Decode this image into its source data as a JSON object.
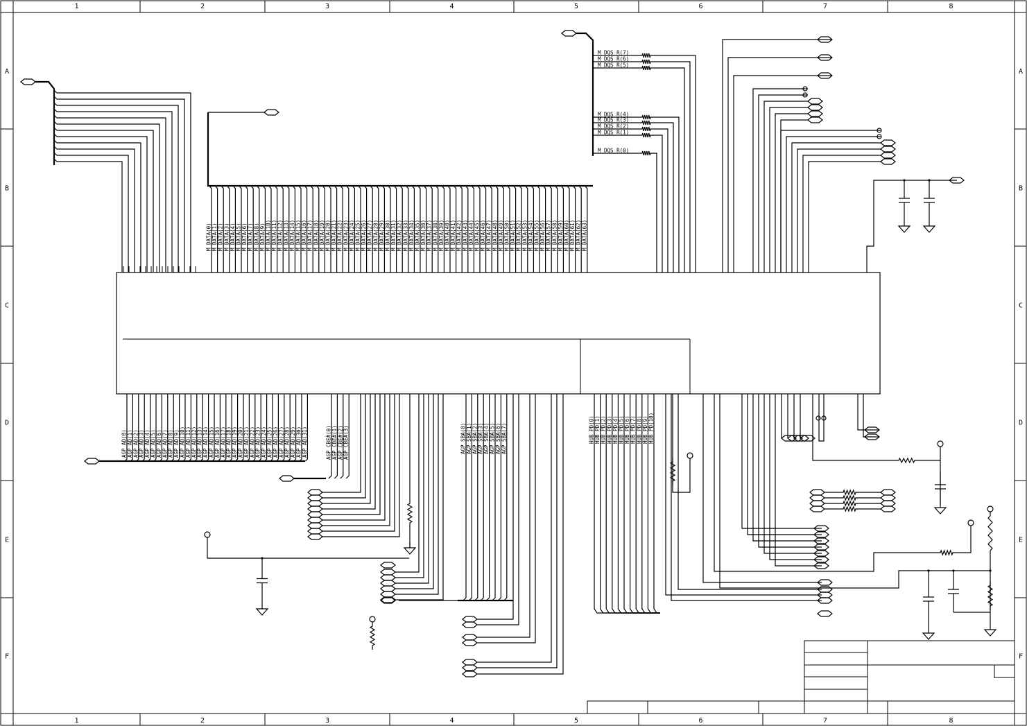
{
  "frame": {
    "columns": [
      "1",
      "2",
      "3",
      "4",
      "5",
      "6",
      "7",
      "8"
    ],
    "rows": [
      "A",
      "B",
      "C",
      "D",
      "E",
      "F"
    ]
  },
  "memory_data_signals": [
    "M_DATA(0)",
    "M_DATA(1)",
    "M_DATA(2)",
    "M_DATA(3)",
    "M_DATA(4)",
    "M_DATA(5)",
    "M_DATA(6)",
    "M_DATA(7)",
    "M_DATA(8)",
    "M_DATA(9)",
    "M_DATA(10)",
    "M_DATA(11)",
    "M_DATA(12)",
    "M_DATA(13)",
    "M_DATA(14)",
    "M_DATA(15)",
    "M_DATA(16)",
    "M_DATA(17)",
    "M_DATA(18)",
    "M_DATA(19)",
    "M_DATA(20)",
    "M_DATA(21)",
    "M_DATA(22)",
    "M_DATA(23)",
    "M_DATA(24)",
    "M_DATA(25)",
    "M_DATA(26)",
    "M_DATA(27)",
    "M_DATA(28)",
    "M_DATA(29)",
    "M_DATA(30)",
    "M_DATA(31)",
    "M_DATA(32)",
    "M_DATA(33)",
    "M_DATA(34)",
    "M_DATA(35)",
    "M_DATA(36)",
    "M_DATA(37)",
    "M_DATA(38)",
    "M_DATA(39)",
    "M_DATA(40)",
    "M_DATA(41)",
    "M_DATA(42)",
    "M_DATA(43)",
    "M_DATA(44)",
    "M_DATA(45)",
    "M_DATA(46)",
    "M_DATA(47)",
    "M_DATA(48)",
    "M_DATA(49)",
    "M_DATA(50)",
    "M_DATA(51)",
    "M_DATA(52)",
    "M_DATA(53)",
    "M_DATA(54)",
    "M_DATA(55)",
    "M_DATA(56)",
    "M_DATA(57)",
    "M_DATA(58)",
    "M_DATA(59)",
    "M_DATA(60)",
    "M_DATA(61)",
    "M_DATA(62)",
    "M_DATA(63)"
  ],
  "dqs_signals": [
    "M_DQS_R(7)",
    "M_DQS_R(6)",
    "M_DQS_R(5)",
    "M_DQS_R(4)",
    "M_DQS_R(3)",
    "M_DQS_R(2)",
    "M_DQS_R(1)",
    "M_DQS_R(0)"
  ],
  "agp_ad_signals": [
    "AGP_AD(0)",
    "AGP_AD(1)",
    "AGP_AD(2)",
    "AGP_AD(3)",
    "AGP_AD(4)",
    "AGP_AD(5)",
    "AGP_AD(6)",
    "AGP_AD(7)",
    "AGP_AD(8)",
    "AGP_AD(9)",
    "AGP_AD(10)",
    "AGP_AD(11)",
    "AGP_AD(12)",
    "AGP_AD(13)",
    "AGP_AD(14)",
    "AGP_AD(15)",
    "AGP_AD(16)",
    "AGP_AD(17)",
    "AGP_AD(18)",
    "AGP_AD(19)",
    "AGP_AD(20)",
    "AGP_AD(21)",
    "AGP_AD(22)",
    "AGP_AD(23)",
    "AGP_AD(24)",
    "AGP_AD(25)",
    "AGP_AD(26)",
    "AGP_AD(27)",
    "AGP_AD(28)",
    "AGP_AD(29)",
    "AGP_AD(30)",
    "AGP_AD(31)"
  ],
  "agp_cbe_signals": [
    "AGP_CBE#(0)",
    "AGP_CBE#(1)",
    "AGP_CBE#(2)",
    "AGP_CBE#(3)"
  ],
  "agp_sba_signals": [
    "AGP_SBA(0)",
    "AGP_SBA(1)",
    "AGP_SBA(2)",
    "AGP_SBA(3)",
    "AGP_SBA(4)",
    "AGP_SBA(5)",
    "AGP_SBA(6)",
    "AGP_SBA(7)"
  ],
  "hub_pd_signals": [
    "HUB_PD(0)",
    "HUB_PD(1)",
    "HUB_PD(2)",
    "HUB_PD(3)",
    "HUB_PD(4)",
    "HUB_PD(5)",
    "HUB_PD(6)",
    "HUB_PD(7)",
    "HUB_PD(8)",
    "HUB_PD(9)",
    "HUB_PD(10)"
  ]
}
